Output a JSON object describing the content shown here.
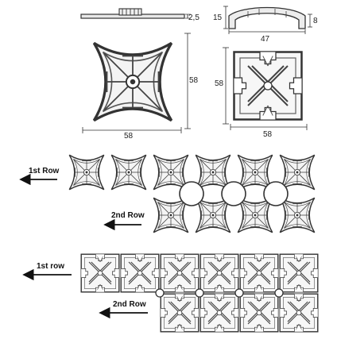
{
  "top_left": {
    "height_dim": "2,5",
    "side_dim": "58",
    "bottom_dim": "58"
  },
  "top_right": {
    "height_dim": "15",
    "right_dim": "8",
    "width_dim": "47",
    "side_dim": "58",
    "bottom_dim": "58"
  },
  "row_labels": {
    "first_row_a": "1st Row",
    "second_row_a": "2nd Row",
    "first_row_b": "1st row",
    "second_row_b": "2nd Row"
  }
}
